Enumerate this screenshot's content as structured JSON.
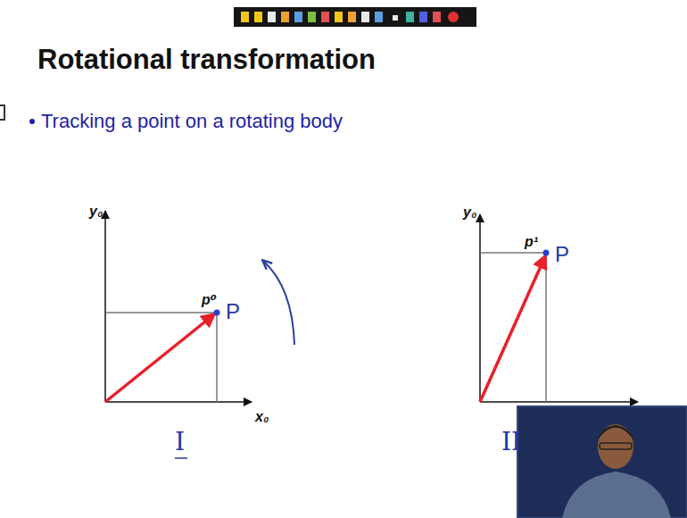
{
  "diagram": {
    "title": "Rotational transformation",
    "nodes": [
      {
        "text": [
          "p⁰",
          "P"
        ]
      },
      {
        "text": [
          "p¹",
          "P"
        ]
      }
    ],
    "labels": [
      "Tracking a point on a rotating body",
      "y₀",
      "x₀",
      "I",
      "y₀",
      "II"
    ]
  }
}
